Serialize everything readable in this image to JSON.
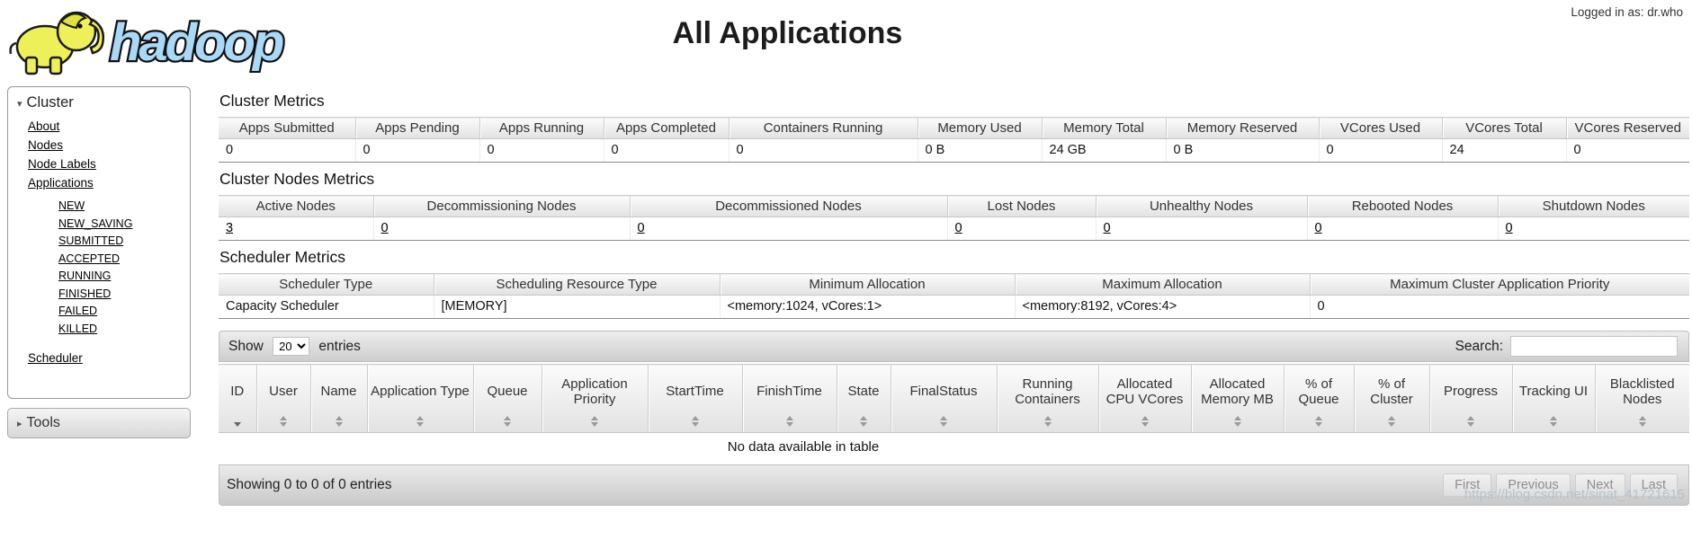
{
  "header": {
    "logo_text": "hadoop",
    "title": "All Applications",
    "logged_in": "Logged in as: dr.who"
  },
  "sidebar": {
    "cluster": {
      "title": "Cluster",
      "links": {
        "about": "About",
        "nodes": "Nodes",
        "node_labels": "Node Labels",
        "applications": "Applications",
        "scheduler": "Scheduler"
      },
      "states": [
        "NEW",
        "NEW_SAVING",
        "SUBMITTED",
        "ACCEPTED",
        "RUNNING",
        "FINISHED",
        "FAILED",
        "KILLED"
      ]
    },
    "tools": {
      "title": "Tools"
    }
  },
  "cluster_metrics": {
    "heading": "Cluster Metrics",
    "columns": [
      "Apps Submitted",
      "Apps Pending",
      "Apps Running",
      "Apps Completed",
      "Containers Running",
      "Memory Used",
      "Memory Total",
      "Memory Reserved",
      "VCores Used",
      "VCores Total",
      "VCores Reserved"
    ],
    "values": [
      "0",
      "0",
      "0",
      "0",
      "0",
      "0 B",
      "24 GB",
      "0 B",
      "0",
      "24",
      "0"
    ]
  },
  "cluster_nodes_metrics": {
    "heading": "Cluster Nodes Metrics",
    "columns": [
      "Active Nodes",
      "Decommissioning Nodes",
      "Decommissioned Nodes",
      "Lost Nodes",
      "Unhealthy Nodes",
      "Rebooted Nodes",
      "Shutdown Nodes"
    ],
    "values": [
      "3",
      "0",
      "0",
      "0",
      "0",
      "0",
      "0"
    ]
  },
  "scheduler_metrics": {
    "heading": "Scheduler Metrics",
    "columns": [
      "Scheduler Type",
      "Scheduling Resource Type",
      "Minimum Allocation",
      "Maximum Allocation",
      "Maximum Cluster Application Priority"
    ],
    "values": [
      "Capacity Scheduler",
      "[MEMORY]",
      "<memory:1024, vCores:1>",
      "<memory:8192, vCores:4>",
      "0"
    ]
  },
  "apps_table": {
    "show_label": "Show",
    "page_size": "20",
    "entries_label": "entries",
    "search_label": "Search:",
    "columns": [
      "ID",
      "User",
      "Name",
      "Application Type",
      "Queue",
      "Application Priority",
      "StartTime",
      "FinishTime",
      "State",
      "FinalStatus",
      "Running Containers",
      "Allocated CPU VCores",
      "Allocated Memory MB",
      "% of Queue",
      "% of Cluster",
      "Progress",
      "Tracking UI",
      "Blacklisted Nodes"
    ],
    "empty_message": "No data available in table",
    "footer_status": "Showing 0 to 0 of 0 entries",
    "pagination": {
      "first": "First",
      "previous": "Previous",
      "next": "Next",
      "last": "Last"
    }
  },
  "watermark": "https://blog.csdn.net/sinat_41721615",
  "colors": {
    "logo_blue": "#a9d9f7",
    "elephant_yellow": "#eef05a"
  }
}
